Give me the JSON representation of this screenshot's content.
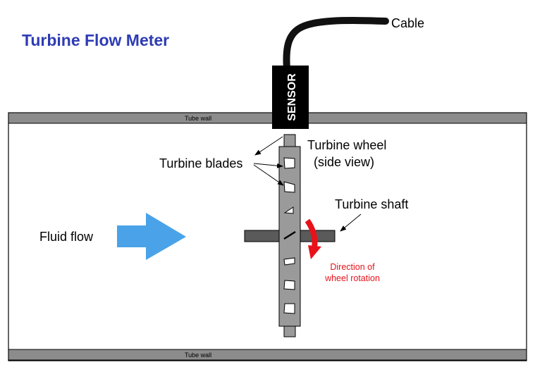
{
  "diagram": {
    "title": "Turbine Flow Meter",
    "labels": {
      "cable": "Cable",
      "sensor": "SENSOR",
      "tube_wall_top": "Tube wall",
      "tube_wall_bottom": "Tube wall",
      "turbine_wheel_line1": "Turbine wheel",
      "turbine_wheel_line2": "(side view)",
      "turbine_blades": "Turbine blades",
      "turbine_shaft": "Turbine shaft",
      "fluid_flow": "Fluid flow",
      "rotation_line1": "Direction of",
      "rotation_line2": "wheel rotation"
    },
    "colors": {
      "title": "#2e3cb4",
      "flow_arrow": "#4aa3e8",
      "rotation_arrow": "#e8121a",
      "rotation_text": "#e8121a",
      "wall": "#8c8c8c",
      "wheel": "#9a9a9a",
      "shaft": "#5a5a5a",
      "sensor": "#000000",
      "cable": "#111111"
    },
    "icons": {
      "flow": "fluid-flow-arrow",
      "rotation": "rotation-arrow-icon"
    }
  }
}
